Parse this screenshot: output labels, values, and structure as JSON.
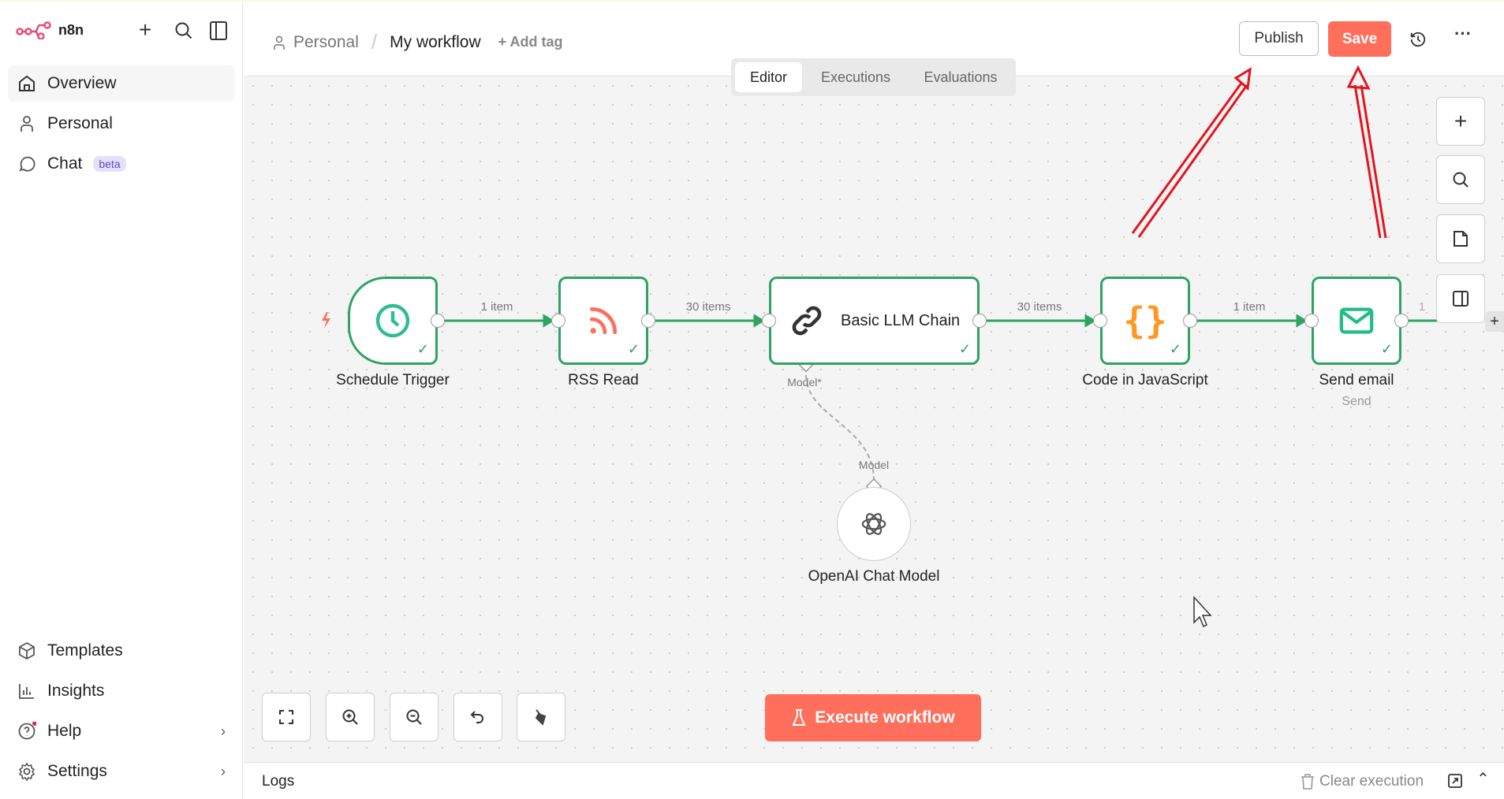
{
  "sidebar": {
    "brand": "n8n",
    "brand_color": "#ea4b71",
    "top_items": [
      {
        "label": "Overview",
        "icon": "home-icon",
        "active": true
      },
      {
        "label": "Personal",
        "icon": "user-icon"
      },
      {
        "label": "Chat",
        "icon": "chat-icon",
        "badge": "beta"
      }
    ],
    "bottom_items": [
      {
        "label": "Templates",
        "icon": "box-icon"
      },
      {
        "label": "Insights",
        "icon": "bar-chart-icon"
      },
      {
        "label": "Help",
        "icon": "help-icon"
      },
      {
        "label": "Settings",
        "icon": "gear-icon"
      }
    ]
  },
  "header": {
    "project": "Personal",
    "workflow_name": "My workflow",
    "add_tag": "+ Add tag",
    "tabs": [
      {
        "label": "Editor",
        "active": true
      },
      {
        "label": "Executions"
      },
      {
        "label": "Evaluations"
      }
    ],
    "publish_label": "Publish",
    "save_label": "Save",
    "accent": "#ff6f5c"
  },
  "nodes": [
    {
      "name": "Schedule Trigger",
      "icon": "clock-icon",
      "status": "success"
    },
    {
      "name": "RSS Read",
      "icon": "rss-icon",
      "status": "success"
    },
    {
      "name": "Basic LLM Chain",
      "icon": "link-icon",
      "status": "success",
      "sub_input": "Model*"
    },
    {
      "name": "Code in JavaScript",
      "icon": "braces-icon",
      "status": "success"
    },
    {
      "name": "Send email",
      "subtitle": "Send",
      "icon": "mail-icon",
      "status": "success"
    },
    {
      "name": "OpenAI Chat Model",
      "icon": "openai-icon",
      "output_label": "Model"
    }
  ],
  "edges": [
    {
      "label": "1 item"
    },
    {
      "label": "30 items"
    },
    {
      "label": "30 items"
    },
    {
      "label": "1 item"
    },
    {
      "label": "1"
    }
  ],
  "canvas": {
    "execute_label": "Execute workflow",
    "success_color": "#2ea462"
  },
  "logs": {
    "title": "Logs",
    "clear_label": "Clear execution"
  }
}
